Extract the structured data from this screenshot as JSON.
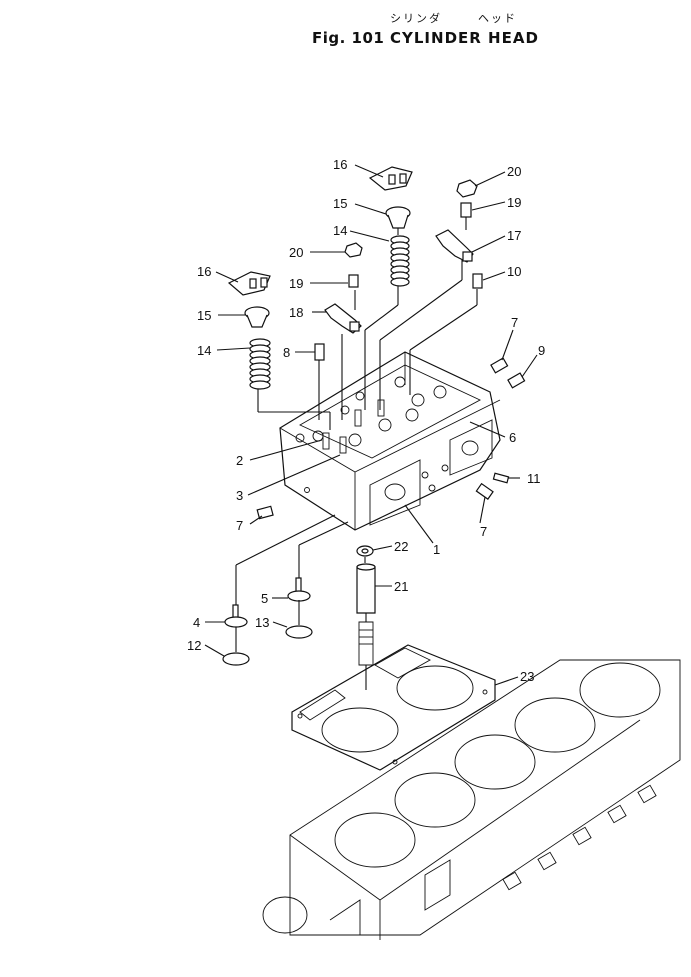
{
  "header": {
    "fig_number": "Fig. 101",
    "title": "CYLINDER HEAD",
    "kana_cylinder": "シリンダ",
    "kana_head": "ヘッド"
  },
  "callouts": [
    {
      "id": "c16a",
      "text": "16"
    },
    {
      "id": "c20a",
      "text": "20"
    },
    {
      "id": "c15a",
      "text": "15"
    },
    {
      "id": "c19a",
      "text": "19"
    },
    {
      "id": "c14a",
      "text": "14"
    },
    {
      "id": "c17",
      "text": "17"
    },
    {
      "id": "c20b",
      "text": "20"
    },
    {
      "id": "c10",
      "text": "10"
    },
    {
      "id": "c16b",
      "text": "16"
    },
    {
      "id": "c19b",
      "text": "19"
    },
    {
      "id": "c15b",
      "text": "15"
    },
    {
      "id": "c18",
      "text": "18"
    },
    {
      "id": "c7a",
      "text": "7"
    },
    {
      "id": "c14b",
      "text": "14"
    },
    {
      "id": "c8",
      "text": "8"
    },
    {
      "id": "c9",
      "text": "9"
    },
    {
      "id": "c6",
      "text": "6"
    },
    {
      "id": "c2",
      "text": "2"
    },
    {
      "id": "c11",
      "text": "11"
    },
    {
      "id": "c3",
      "text": "3"
    },
    {
      "id": "c7b",
      "text": "7"
    },
    {
      "id": "c7c",
      "text": "7"
    },
    {
      "id": "c1",
      "text": "1"
    },
    {
      "id": "c22",
      "text": "22"
    },
    {
      "id": "c21",
      "text": "21"
    },
    {
      "id": "c5",
      "text": "5"
    },
    {
      "id": "c4",
      "text": "4"
    },
    {
      "id": "c13",
      "text": "13"
    },
    {
      "id": "c12",
      "text": "12"
    },
    {
      "id": "c23",
      "text": "23"
    }
  ]
}
